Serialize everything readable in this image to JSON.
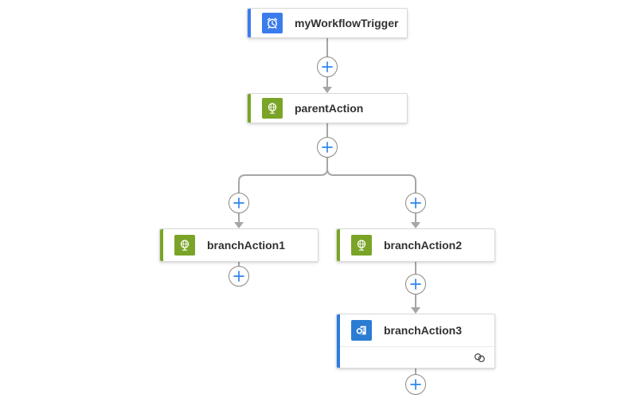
{
  "app": {
    "name": "workflow-designer-canvas"
  },
  "colors": {
    "canvas_background": "#ffffff",
    "trigger_accent_blue": "#3b7cec",
    "action_accent_green": "#7aa427",
    "outlook_accent_blue": "#2d7ce0",
    "outlook_icon_blue": "#2b7cd3",
    "connector_line_gray": "#a6a6a6",
    "plus_sign_blue": "#2b83f0",
    "plus_circle_border_gray": "#8a8886",
    "node_label_text": "#323130"
  },
  "nodes": [
    {
      "id": "myWorkflowTrigger",
      "label": "myWorkflowTrigger",
      "kind": "trigger",
      "icon": "alarm-clock-icon"
    },
    {
      "id": "parentAction",
      "label": "parentAction",
      "kind": "action",
      "icon": "globe-icon"
    },
    {
      "id": "branchAction1",
      "label": "branchAction1",
      "kind": "action",
      "icon": "globe-icon"
    },
    {
      "id": "branchAction2",
      "label": "branchAction2",
      "kind": "action",
      "icon": "globe-icon"
    },
    {
      "id": "branchAction3",
      "label": "branchAction3",
      "kind": "action",
      "icon": "outlook-icon",
      "has_connection_badge": true
    }
  ],
  "plus_buttons": {
    "count": 7,
    "symbol": "+"
  },
  "connection_badge": {
    "icon": "connection-rings-icon"
  }
}
